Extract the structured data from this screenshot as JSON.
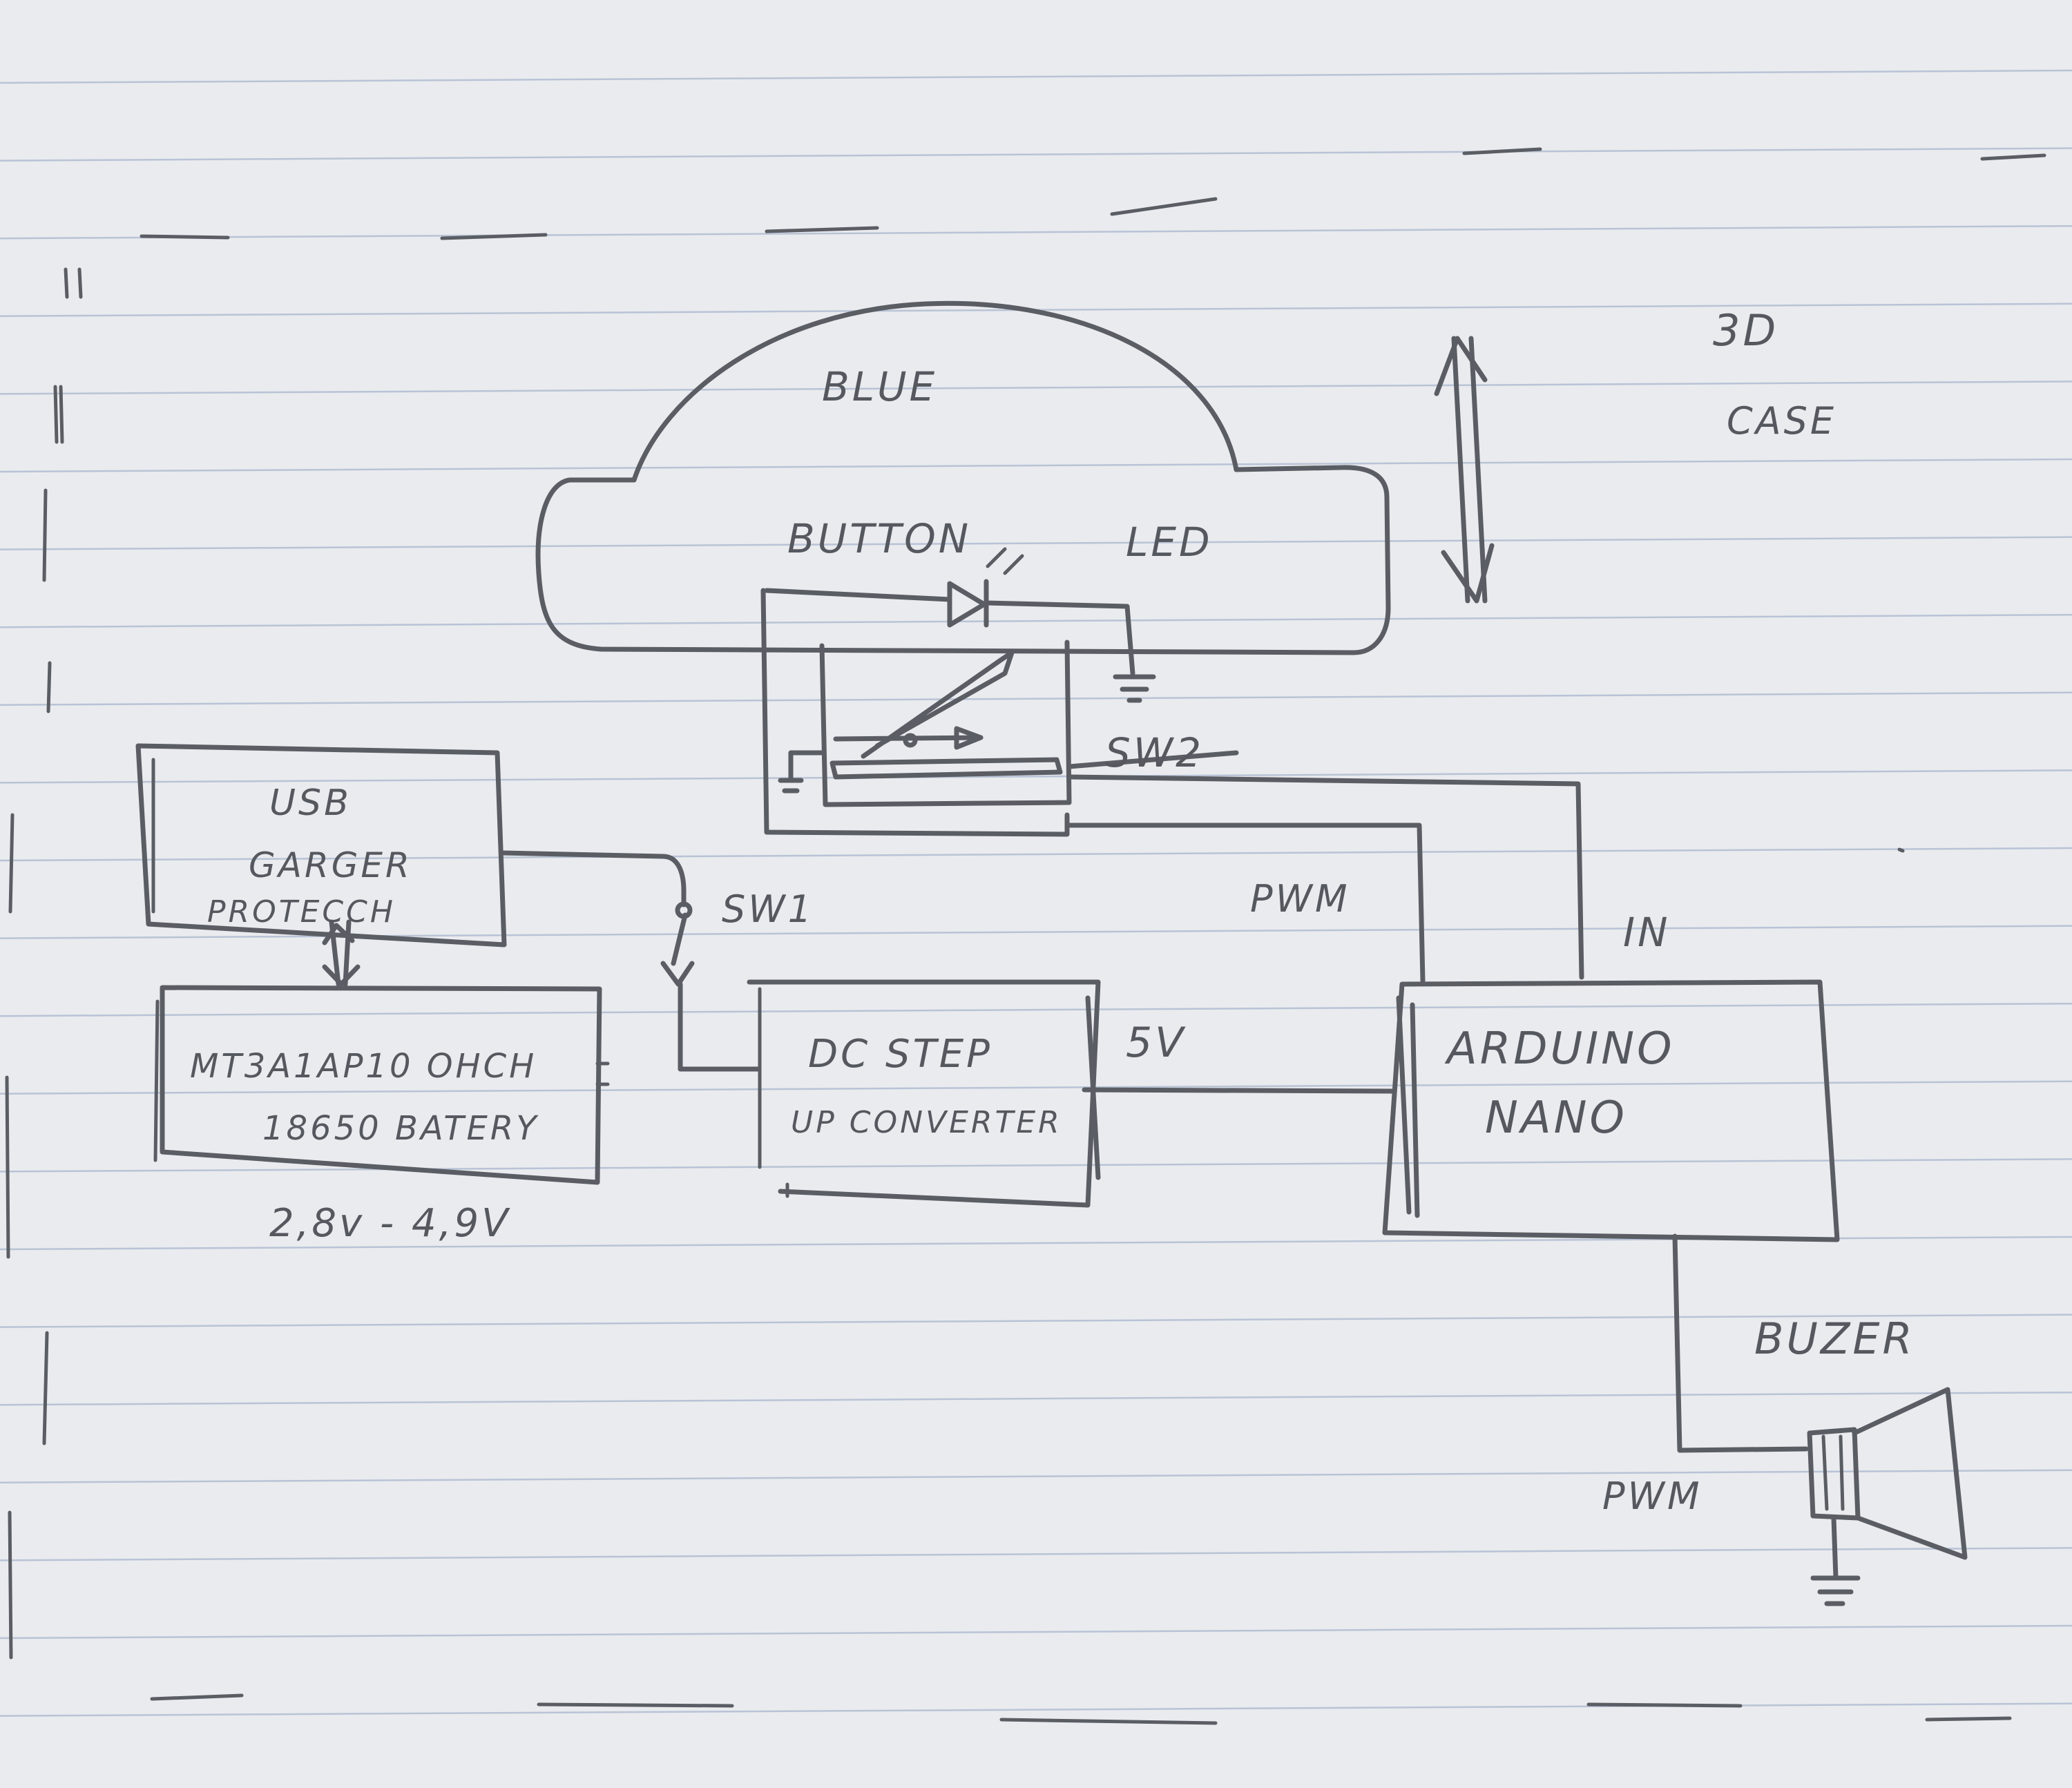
{
  "labels": {
    "dome": "BLUE",
    "button": "BUTTON",
    "led": "LED",
    "case_line1": "3D",
    "case_line2": "CASE",
    "sw2": "SW2",
    "sw1": "SW1",
    "charger_line1": "USB",
    "charger_line2": "GARGER",
    "charger_line3": "PROTECCH",
    "battery_line1": "MT3A1AP10 OHCH",
    "battery_line2": "18650 BATERY",
    "battery_range": "2,8v - 4,9V",
    "converter_line1": "DC STEP",
    "converter_line2": "UP CONVERTER",
    "rail_5v": "5V",
    "pwm_top": "PWM",
    "in_label": "IN",
    "arduino_line1": "ARDUINO",
    "arduino_line2": "NANO",
    "buzzer": "BUZER",
    "pwm_bottom": "PWM"
  }
}
